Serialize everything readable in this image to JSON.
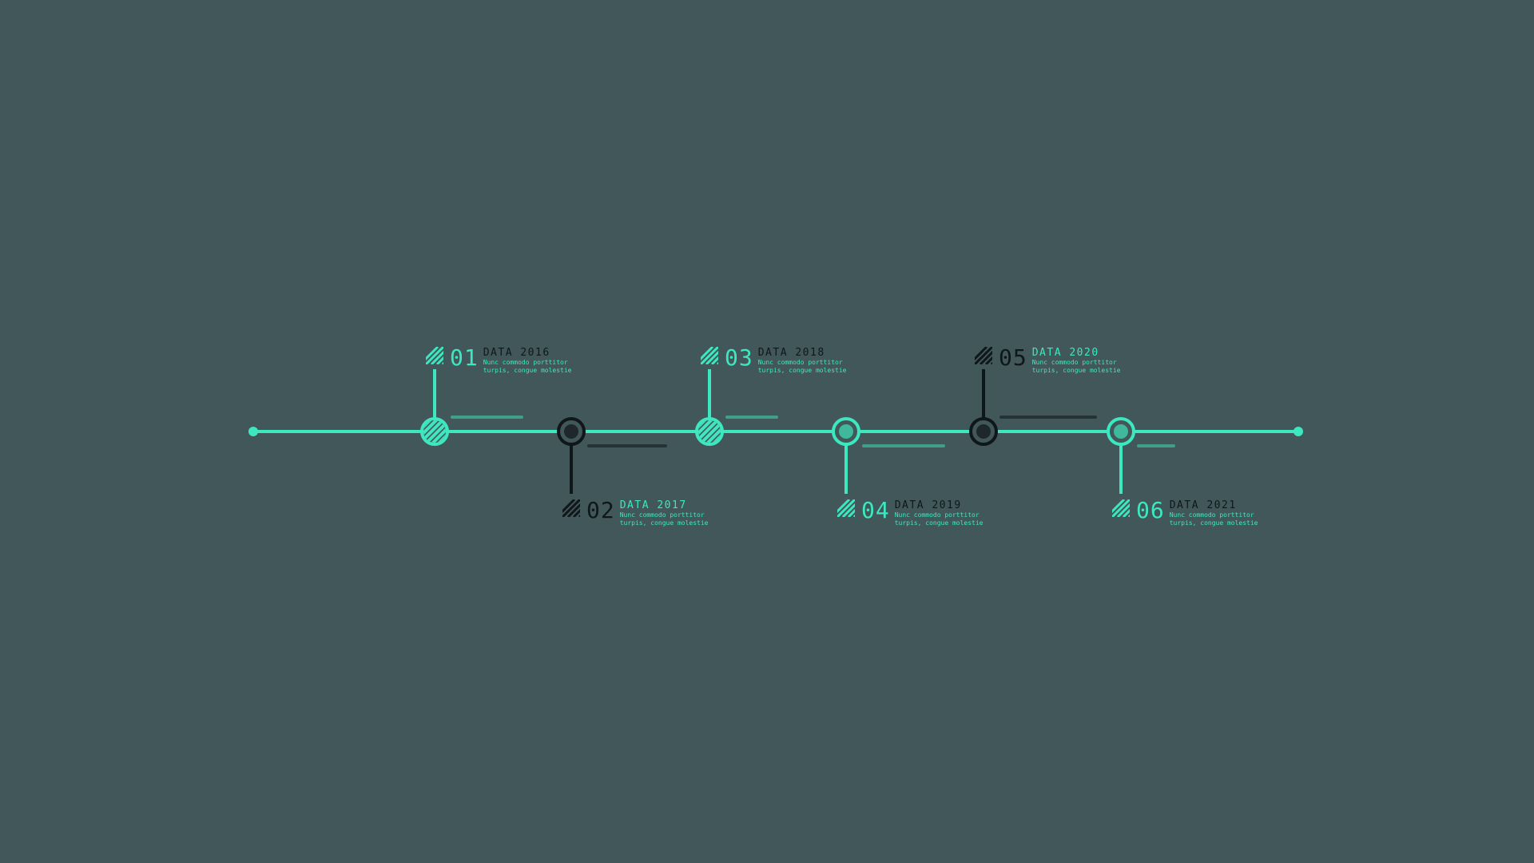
{
  "colors": {
    "accent": "#3de8c0",
    "dark": "#0f171b",
    "background": "#42575a",
    "accent_dim": "#3fb89b",
    "dark_fill": "#1e272c"
  },
  "timeline": {
    "items": [
      {
        "number": "01",
        "title": "DATA 2016",
        "desc1": "Nunc commodo porttitor",
        "desc2": "turpis, congue molestie",
        "side": "top",
        "node": "striped",
        "hatch": "accent",
        "num_color": "accent",
        "title_color": "dark",
        "stem": "accent",
        "bar": "accent_dim"
      },
      {
        "number": "02",
        "title": "DATA 2017",
        "desc1": "Nunc commodo porttitor",
        "desc2": "turpis, congue molestie",
        "side": "bottom",
        "node": "dark",
        "hatch": "dark",
        "num_color": "dark",
        "title_color": "accent",
        "stem": "dark",
        "bar": "dark"
      },
      {
        "number": "03",
        "title": "DATA 2018",
        "desc1": "Nunc commodo porttitor",
        "desc2": "turpis, congue molestie",
        "side": "top",
        "node": "striped",
        "hatch": "accent",
        "num_color": "accent",
        "title_color": "dark",
        "stem": "accent",
        "bar": "accent_dim"
      },
      {
        "number": "04",
        "title": "DATA 2019",
        "desc1": "Nunc commodo porttitor",
        "desc2": "turpis, congue molestie",
        "side": "bottom",
        "node": "filled",
        "hatch": "accent",
        "num_color": "accent",
        "title_color": "dark",
        "stem": "accent",
        "bar": "accent_dim"
      },
      {
        "number": "05",
        "title": "DATA 2020",
        "desc1": "Nunc commodo porttitor",
        "desc2": "turpis, congue molestie",
        "side": "top",
        "node": "dark",
        "hatch": "dark",
        "num_color": "dark",
        "title_color": "accent",
        "stem": "dark",
        "bar": "dark"
      },
      {
        "number": "06",
        "title": "DATA 2021",
        "desc1": "Nunc commodo porttitor",
        "desc2": "turpis, congue molestie",
        "side": "bottom",
        "node": "filled",
        "hatch": "accent",
        "num_color": "accent",
        "title_color": "dark",
        "stem": "accent",
        "bar": "accent_dim"
      }
    ]
  }
}
